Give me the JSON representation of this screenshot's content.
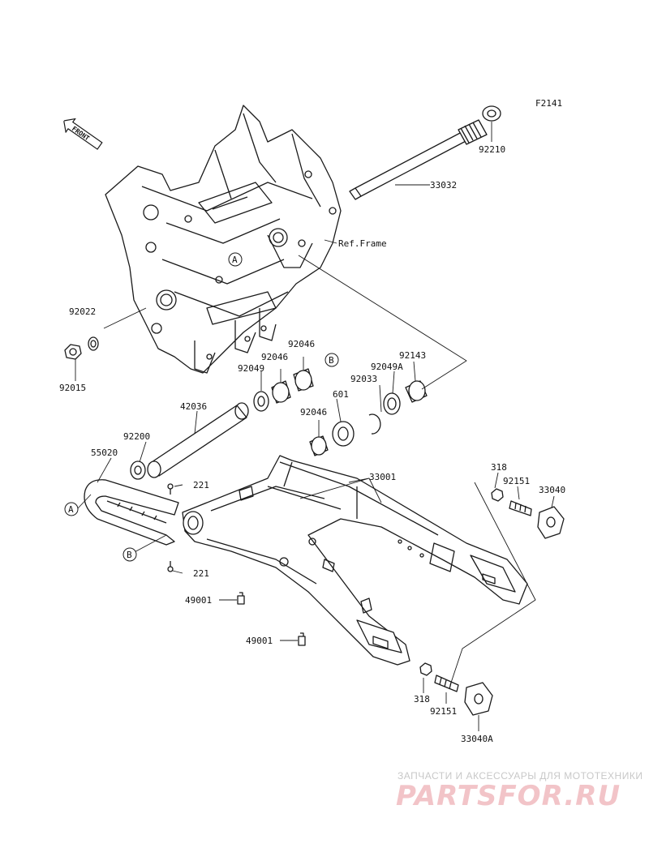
{
  "figure_code": "F2141",
  "front_label": "FRONT",
  "ref_frame": "Ref.Frame",
  "callouts": {
    "A": "A",
    "B": "B"
  },
  "parts": {
    "p92210": "92210",
    "p33032": "33032",
    "p92022": "92022",
    "p92015": "92015",
    "p92046a": "92046",
    "p92046b": "92046",
    "p92049": "92049",
    "p92033": "92033",
    "p92049A": "92049A",
    "p92143": "92143",
    "p42036": "42036",
    "p601": "601",
    "p92046c": "92046",
    "p92200": "92200",
    "p55020": "55020",
    "p221a": "221",
    "p221b": "221",
    "p33001": "33001",
    "p318a": "318",
    "p92151a": "92151",
    "p33040": "33040",
    "p49001a": "49001",
    "p49001b": "49001",
    "p318b": "318",
    "p92151b": "92151",
    "p33040A": "33040A"
  },
  "watermark": {
    "tagline": "ЗАПЧАСТИ И АКСЕССУАРЫ ДЛЯ МОТОТЕХНИКИ",
    "logo": "PARTSFOR.RU"
  }
}
